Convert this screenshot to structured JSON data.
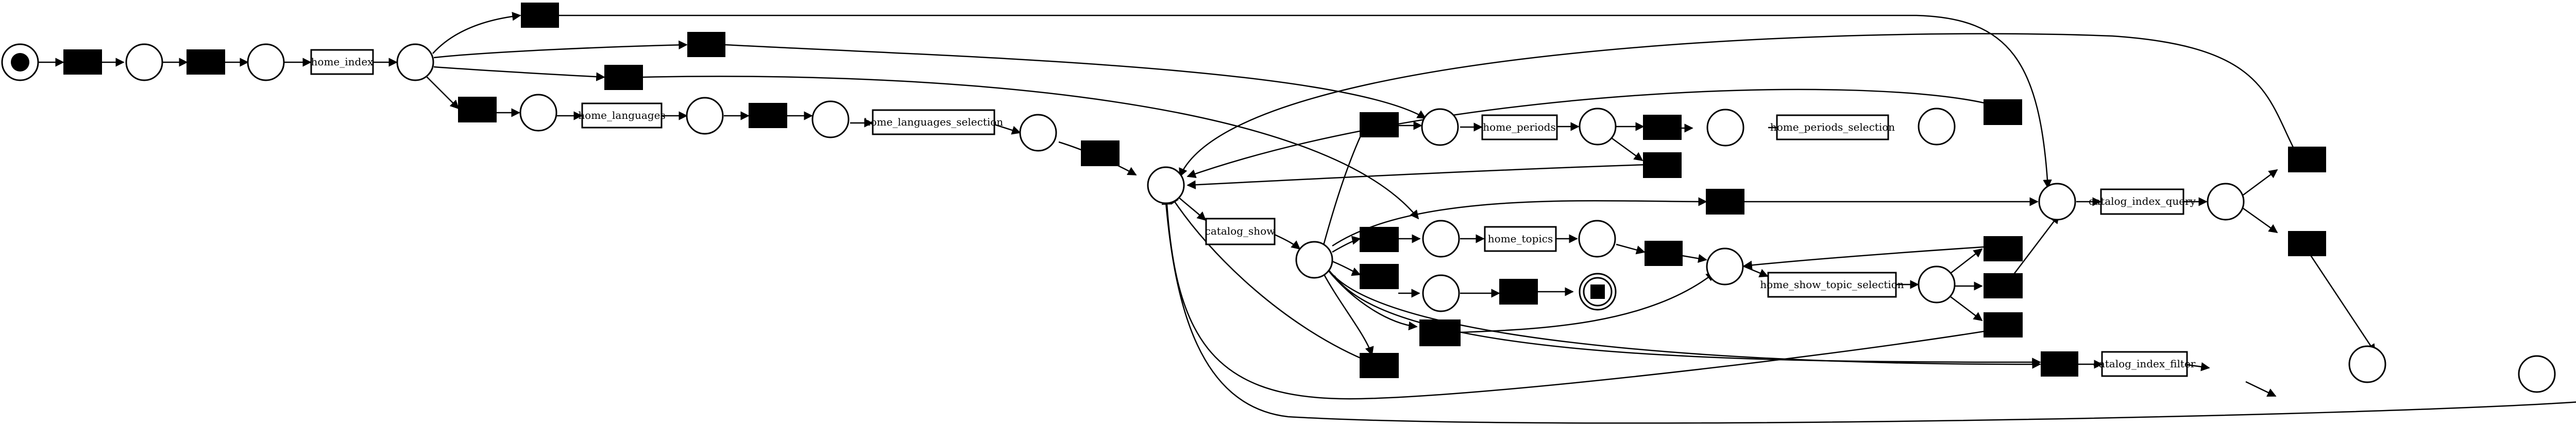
{
  "colors": {
    "stroke": "#000000",
    "silent_transition": "#000000",
    "background": "#ffffff"
  },
  "transitions": {
    "home_index": "home_index",
    "home_languages": "home_languages",
    "home_languages_selection": "home_languages_selection",
    "home_periods": "home_periods",
    "home_periods_selection": "home_periods_selection",
    "catalog_show": "catalog_show",
    "home_topics": "home_topics",
    "home_show_topic_selection": "home_show_topic_selection",
    "catalog_index_query": "catalog_index_query",
    "catalog_index_filter": "catalog_index_filter"
  }
}
